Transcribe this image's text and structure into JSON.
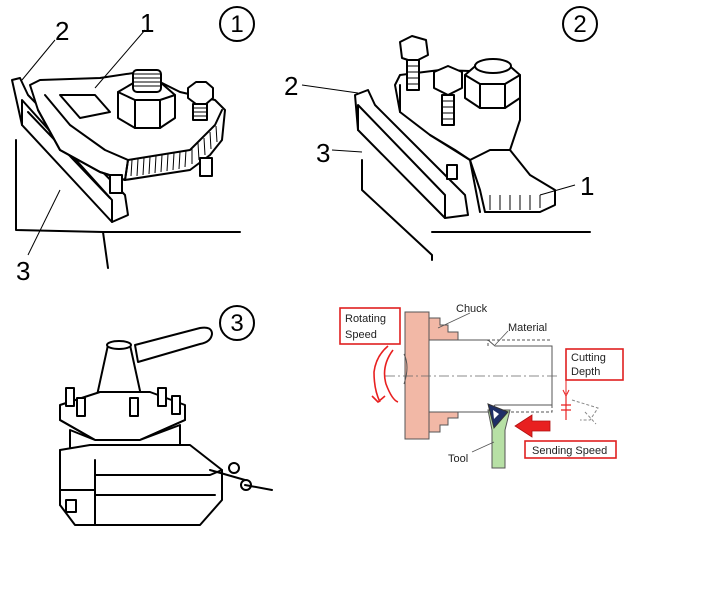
{
  "figure1": {
    "marker": "1",
    "labels": {
      "part1": "1",
      "part2": "2",
      "part3": "3"
    }
  },
  "figure2": {
    "marker": "2",
    "labels": {
      "part1": "1",
      "part2": "2",
      "part3": "3"
    }
  },
  "figure3": {
    "marker": "3"
  },
  "turning": {
    "chuck": "Chuck",
    "material": "Material",
    "tool": "Tool",
    "rotating_speed_line1": "Rotating",
    "rotating_speed_line2": "Speed",
    "cutting_depth_line1": "Cutting",
    "cutting_depth_line2": "Depth",
    "sending_speed": "Sending Speed"
  },
  "colors": {
    "label_box_border": "#e02020",
    "arrow_red": "#e82020",
    "chuck_fill": "#f2b8a6",
    "tool_fill": "#b7e0a5",
    "material_fill": "#ffffff"
  }
}
